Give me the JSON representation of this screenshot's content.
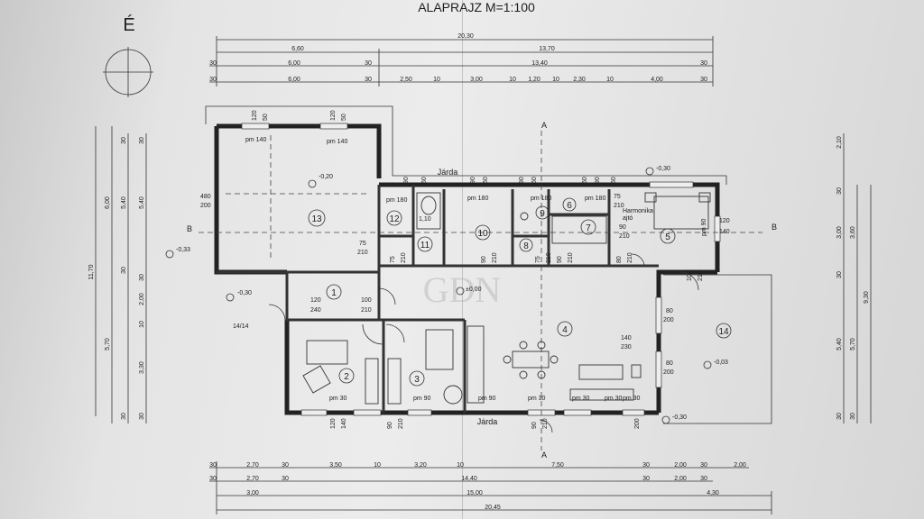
{
  "title": "ALAPRAJZ M=1:100",
  "north_label": "É",
  "section_label_a": "A",
  "section_label_b": "B",
  "walkway_label": "Járda",
  "door_note_1": "Harmonika",
  "door_note_2": "ajtó",
  "watermark": "GDN",
  "top_dims": {
    "row1": [
      "20,30"
    ],
    "row2": [
      "6,60",
      "13,70"
    ],
    "row3": [
      "30",
      "6,00",
      "30",
      "13,40",
      "30"
    ],
    "row4": [
      "30",
      "6,00",
      "30",
      "2,50",
      "10",
      "3,00",
      "10",
      "1,20",
      "10",
      "2,30",
      "10",
      "4,00",
      "30"
    ]
  },
  "bottom_dims": {
    "row1": [
      "30",
      "2,70",
      "30",
      "3,50",
      "10",
      "3,20",
      "10",
      "7,50",
      "30",
      "2,00",
      "30",
      "2,00"
    ],
    "row2": [
      "30",
      "2,70",
      "30",
      "14,40",
      "30",
      "2,00",
      "30"
    ],
    "row3": [
      "3,00",
      "15,00",
      "4,30"
    ],
    "row4": [
      "20,45"
    ]
  },
  "left_dims": [
    "11,70",
    "6,00",
    "30",
    "5,40",
    "30",
    "30",
    "5,40",
    "2,00",
    "30",
    "10",
    "5,70",
    "3,30",
    "30",
    "30"
  ],
  "right_dims": [
    "2,10",
    "30",
    "3,00",
    "3,60",
    "30",
    "9,30",
    "5,40",
    "5,70",
    "30",
    "30"
  ],
  "levels": [
    "-0,20",
    "-0,33",
    "-0,30",
    "±0,00",
    "-0,30",
    "-0,03",
    "-0,30"
  ],
  "rooms": [
    "1",
    "2",
    "3",
    "4",
    "5",
    "6",
    "7",
    "8",
    "9",
    "10",
    "11",
    "12",
    "13",
    "14"
  ],
  "openings": {
    "o1": [
      "120",
      "50"
    ],
    "o2": [
      "120",
      "50"
    ],
    "o3": [
      "pm 140",
      "pm 140"
    ],
    "o4": [
      "480",
      "200"
    ],
    "o5": [
      "75",
      "210"
    ],
    "o6": [
      "pm 180",
      "pm 180",
      "pm 180",
      "pm 180"
    ],
    "o7": [
      "90",
      "60",
      "90",
      "60",
      "90",
      "60",
      "60",
      "90",
      "60"
    ],
    "o8": [
      "1,10",
      "75",
      "210"
    ],
    "o9": [
      "120",
      "140"
    ],
    "o10": [
      "pm 90"
    ],
    "o11": [
      "90",
      "210"
    ],
    "o12": [
      "100",
      "210"
    ],
    "o13": [
      "120",
      "240"
    ],
    "o14": [
      "14/14"
    ],
    "o15": [
      "pm 30",
      "pm 90",
      "pm 90",
      "pm 30",
      "pm 30",
      "pm 30",
      "pm 30"
    ],
    "o16": [
      "120",
      "140",
      "90",
      "210",
      "90",
      "210",
      "200",
      "80",
      "200",
      "140",
      "230",
      "80",
      "200",
      "100",
      "210"
    ],
    "o17": [
      "75",
      "210",
      "90",
      "210",
      "90",
      "210",
      "75",
      "210",
      "80",
      "210"
    ]
  }
}
